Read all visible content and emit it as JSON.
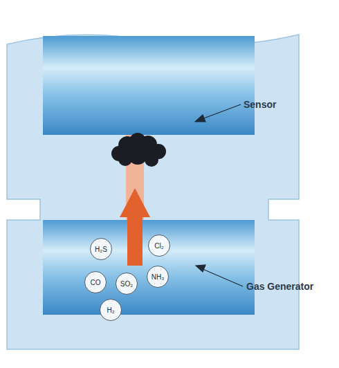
{
  "diagram": {
    "nodes": [
      {
        "text": [
          "Sensor"
        ]
      },
      {
        "text": [
          "Gas Generator"
        ]
      },
      {
        "text": [
          "H₂S"
        ],
        "in": 1
      },
      {
        "text": [
          "Cl₂"
        ],
        "in": 1
      },
      {
        "text": [
          "CO"
        ],
        "in": 1
      },
      {
        "text": [
          "SO₂"
        ],
        "in": 1
      },
      {
        "text": [
          "NH₃"
        ],
        "in": 1
      },
      {
        "text": [
          "H₂"
        ],
        "in": 1
      }
    ],
    "edges": [
      {
        "from": 1,
        "to": 0,
        "arrow": "to"
      }
    ]
  }
}
